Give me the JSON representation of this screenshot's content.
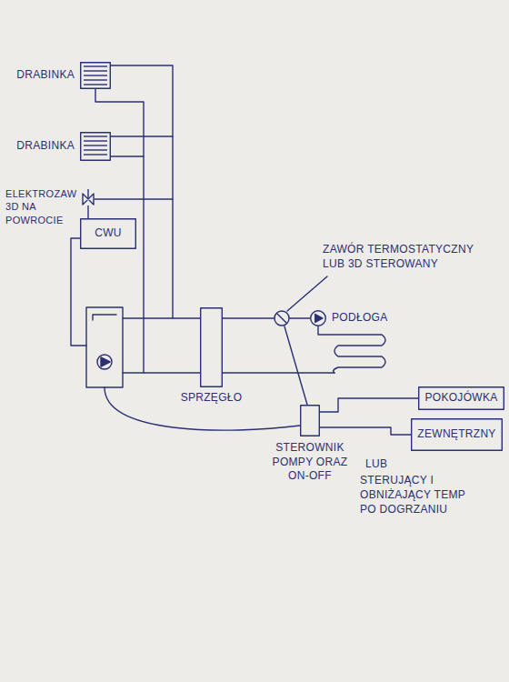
{
  "diagram": {
    "nodes": [
      {
        "text": [
          "DRABINKA"
        ]
      },
      {
        "text": [
          "DRABINKA"
        ]
      },
      {
        "text": [
          "ELEKTROZAW 3D NA POWROCIE"
        ]
      },
      {
        "text": [
          "CWU"
        ]
      },
      {
        "text": [
          "SPRZĘGŁO"
        ]
      },
      {
        "text": [
          "PODŁOGA"
        ]
      },
      {
        "text": [
          "STEROWNIK POMPY ORAZ ON-OFF"
        ]
      },
      {
        "text": [
          "POKOJÓWKA"
        ]
      },
      {
        "text": [
          "ZEWNĘTRZNY"
        ]
      }
    ],
    "edges": [
      {
        "from": 4,
        "to": 5,
        "arrow": "none"
      },
      {
        "from": 6,
        "to": 7,
        "arrow": "none"
      },
      {
        "from": 6,
        "to": 8,
        "arrow": "none"
      },
      {
        "from": 2,
        "to": 3,
        "arrow": "none"
      }
    ],
    "labels": [
      "ZAWÓR TERMOSTATYCZNY LUB 3D STEROWANY",
      "LUB",
      "STERUJĄCY I OBNIŻAJĄCY TEMP PO DOGRZANIU"
    ]
  }
}
